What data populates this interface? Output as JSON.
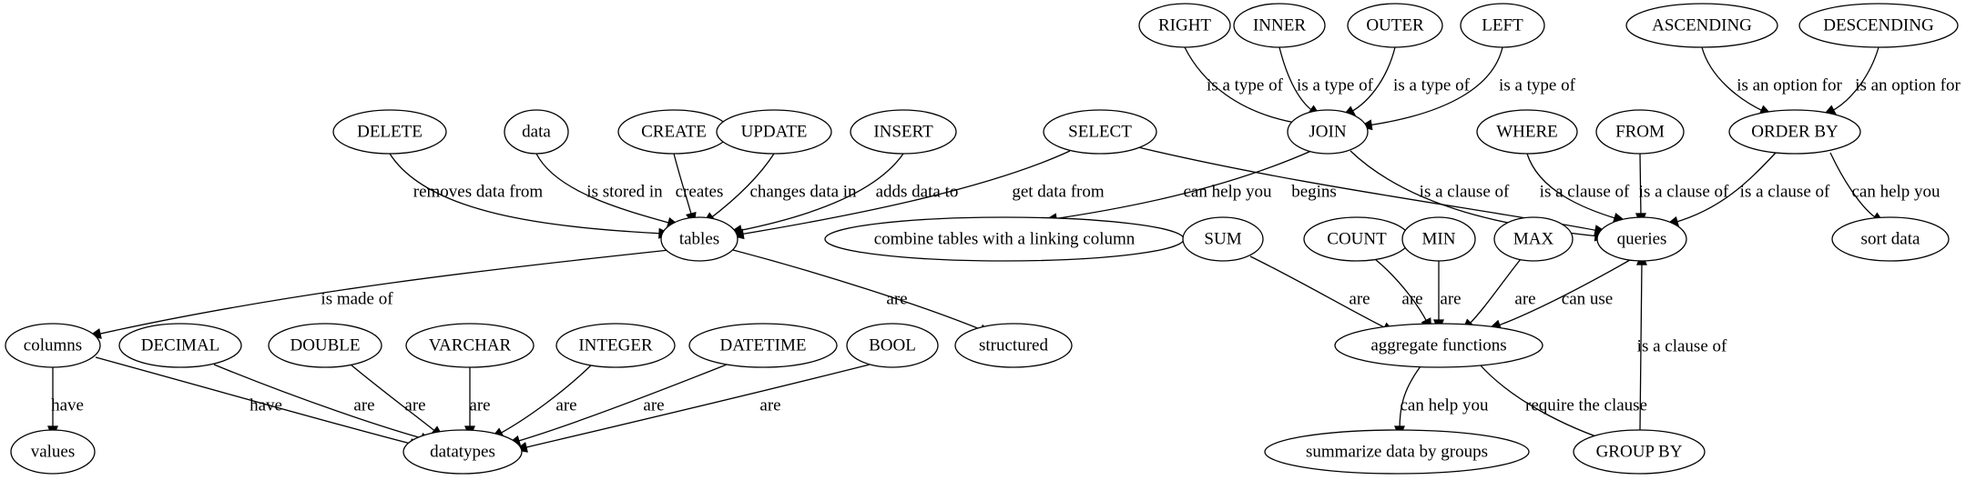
{
  "nodes": [
    {
      "id": "right",
      "label": "RIGHT"
    },
    {
      "id": "inner",
      "label": "INNER"
    },
    {
      "id": "outer",
      "label": "OUTER"
    },
    {
      "id": "left",
      "label": "LEFT"
    },
    {
      "id": "ascending",
      "label": "ASCENDING"
    },
    {
      "id": "descending",
      "label": "DESCENDING"
    },
    {
      "id": "delete",
      "label": "DELETE"
    },
    {
      "id": "data",
      "label": "data"
    },
    {
      "id": "create",
      "label": "CREATE"
    },
    {
      "id": "update",
      "label": "UPDATE"
    },
    {
      "id": "insert",
      "label": "INSERT"
    },
    {
      "id": "select",
      "label": "SELECT"
    },
    {
      "id": "join",
      "label": "JOIN"
    },
    {
      "id": "where",
      "label": "WHERE"
    },
    {
      "id": "from",
      "label": "FROM"
    },
    {
      "id": "orderby",
      "label": "ORDER BY"
    },
    {
      "id": "tables",
      "label": "tables"
    },
    {
      "id": "combine",
      "label": "combine tables with a linking column"
    },
    {
      "id": "sum",
      "label": "SUM"
    },
    {
      "id": "count",
      "label": "COUNT"
    },
    {
      "id": "min",
      "label": "MIN"
    },
    {
      "id": "max",
      "label": "MAX"
    },
    {
      "id": "queries",
      "label": "queries"
    },
    {
      "id": "sortdata",
      "label": "sort data"
    },
    {
      "id": "columns",
      "label": "columns"
    },
    {
      "id": "decimal",
      "label": "DECIMAL"
    },
    {
      "id": "double",
      "label": "DOUBLE"
    },
    {
      "id": "varchar",
      "label": "VARCHAR"
    },
    {
      "id": "integer",
      "label": "INTEGER"
    },
    {
      "id": "datetime",
      "label": "DATETIME"
    },
    {
      "id": "bool",
      "label": "BOOL"
    },
    {
      "id": "structured",
      "label": "structured"
    },
    {
      "id": "aggregate",
      "label": "aggregate functions"
    },
    {
      "id": "values",
      "label": "values"
    },
    {
      "id": "datatypes",
      "label": "datatypes"
    },
    {
      "id": "summarize",
      "label": "summarize data by groups"
    },
    {
      "id": "groupby",
      "label": "GROUP BY"
    }
  ],
  "edges": [
    {
      "from": "right",
      "to": "join",
      "label": "is a type of"
    },
    {
      "from": "inner",
      "to": "join",
      "label": "is a type of"
    },
    {
      "from": "outer",
      "to": "join",
      "label": "is a type of"
    },
    {
      "from": "left",
      "to": "join",
      "label": "is a type of"
    },
    {
      "from": "ascending",
      "to": "orderby",
      "label": "is an option for"
    },
    {
      "from": "descending",
      "to": "orderby",
      "label": "is an option for"
    },
    {
      "from": "delete",
      "to": "tables",
      "label": "removes data from"
    },
    {
      "from": "data",
      "to": "tables",
      "label": "is stored in"
    },
    {
      "from": "create",
      "to": "tables",
      "label": "creates"
    },
    {
      "from": "update",
      "to": "tables",
      "label": "changes data in"
    },
    {
      "from": "insert",
      "to": "tables",
      "label": "adds data to"
    },
    {
      "from": "select",
      "to": "tables",
      "label": "get data from"
    },
    {
      "from": "select",
      "to": "queries",
      "label": "begins"
    },
    {
      "from": "join",
      "to": "combine",
      "label": "can help you"
    },
    {
      "from": "join",
      "to": "queries",
      "label": "is a clause of"
    },
    {
      "from": "where",
      "to": "queries",
      "label": "is a clause of"
    },
    {
      "from": "from",
      "to": "queries",
      "label": "is a clause of"
    },
    {
      "from": "orderby",
      "to": "queries",
      "label": "is a clause of"
    },
    {
      "from": "orderby",
      "to": "sortdata",
      "label": "can help you"
    },
    {
      "from": "tables",
      "to": "columns",
      "label": "is made of"
    },
    {
      "from": "tables",
      "to": "structured",
      "label": "are"
    },
    {
      "from": "sum",
      "to": "aggregate",
      "label": "are"
    },
    {
      "from": "count",
      "to": "aggregate",
      "label": "are"
    },
    {
      "from": "min",
      "to": "aggregate",
      "label": "are"
    },
    {
      "from": "max",
      "to": "aggregate",
      "label": "are"
    },
    {
      "from": "queries",
      "to": "aggregate",
      "label": "can use"
    },
    {
      "from": "columns",
      "to": "values",
      "label": "have"
    },
    {
      "from": "columns",
      "to": "datatypes",
      "label": "have"
    },
    {
      "from": "decimal",
      "to": "datatypes",
      "label": "are"
    },
    {
      "from": "double",
      "to": "datatypes",
      "label": "are"
    },
    {
      "from": "varchar",
      "to": "datatypes",
      "label": "are"
    },
    {
      "from": "integer",
      "to": "datatypes",
      "label": "are"
    },
    {
      "from": "datetime",
      "to": "datatypes",
      "label": "are"
    },
    {
      "from": "bool",
      "to": "datatypes",
      "label": "are"
    },
    {
      "from": "aggregate",
      "to": "summarize",
      "label": "can help you"
    },
    {
      "from": "aggregate",
      "to": "groupby",
      "label": "require the clause"
    },
    {
      "from": "groupby",
      "to": "queries",
      "label": "is a clause of"
    }
  ]
}
